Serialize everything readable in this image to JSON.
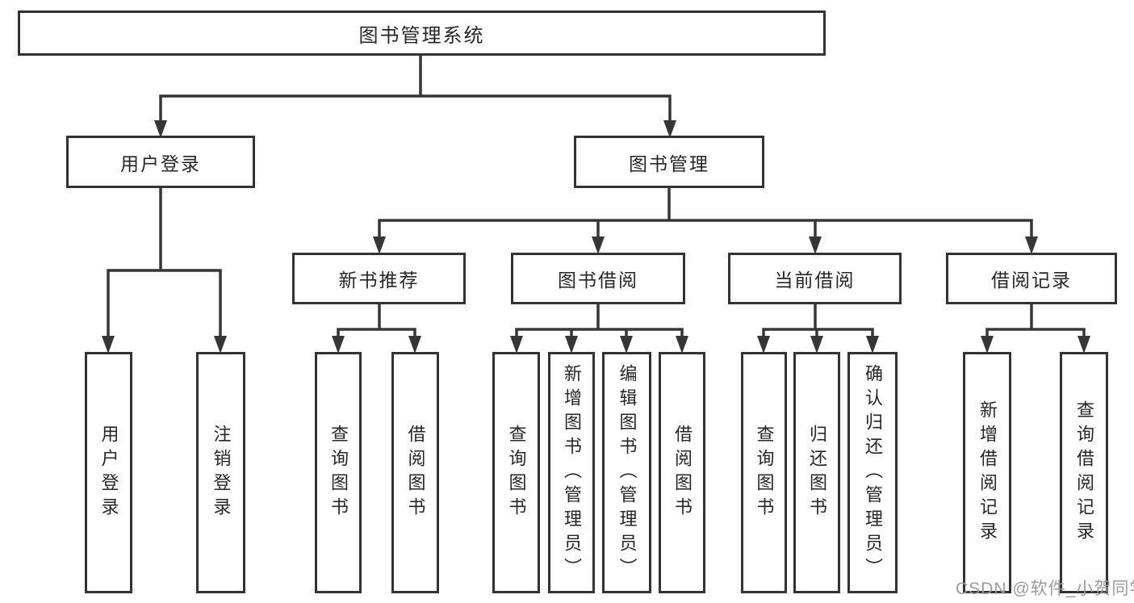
{
  "colors": {
    "line": "#363636",
    "box_border": "#333333",
    "text": "#262626",
    "watermark": "#9b9b9b",
    "background": "#ffffff"
  },
  "watermark": {
    "text": "CSDN @软件_小贺同学"
  },
  "tree": {
    "root": {
      "label": "图书管理系统"
    },
    "branches": [
      {
        "label": "用户登录",
        "children": [
          {
            "label": "用户登录"
          },
          {
            "label": "注销登录"
          }
        ]
      },
      {
        "label": "图书管理",
        "children": [
          {
            "label": "新书推荐",
            "children": [
              {
                "label": "查询图书"
              },
              {
                "label": "借阅图书"
              }
            ]
          },
          {
            "label": "图书借阅",
            "children": [
              {
                "label": "查询图书"
              },
              {
                "label": "新增图书（管理员）"
              },
              {
                "label": "编辑图书（管理员）"
              },
              {
                "label": "借阅图书"
              }
            ]
          },
          {
            "label": "当前借阅",
            "children": [
              {
                "label": "查询图书"
              },
              {
                "label": "归还图书"
              },
              {
                "label": "确认归还（管理员）"
              }
            ]
          },
          {
            "label": "借阅记录",
            "children": [
              {
                "label": "新增借阅记录"
              },
              {
                "label": "查询借阅记录"
              }
            ]
          }
        ]
      }
    ]
  }
}
